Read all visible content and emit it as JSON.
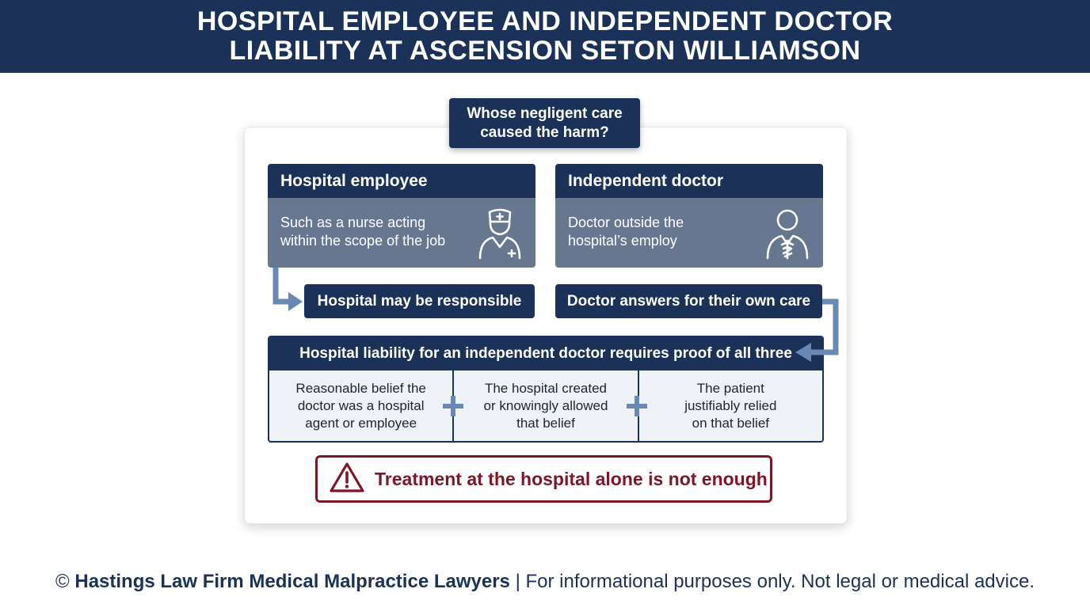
{
  "title": {
    "line1": "HOSPITAL EMPLOYEE AND INDEPENDENT DOCTOR",
    "line2": "LIABILITY AT ASCENSION SETON WILLIAMSON"
  },
  "question": {
    "line1": "Whose negligent care",
    "line2": "caused the harm?"
  },
  "employee": {
    "heading": "Hospital employee",
    "desc_line1": "Such as a nurse acting",
    "desc_line2": "within the scope of the job",
    "icon": "nurse-icon",
    "result": "Hospital may be responsible"
  },
  "independent": {
    "heading": "Independent doctor",
    "desc_line1": "Doctor outside the",
    "desc_line2": "hospital’s employ",
    "icon": "doctor-caduceus-icon",
    "result": "Doctor answers for their own care"
  },
  "requirements": {
    "heading": "Hospital liability for an independent doctor requires proof of all three",
    "items": [
      {
        "line1": "Reasonable belief the",
        "line2": "doctor was a hospital",
        "line3": "agent or employee"
      },
      {
        "line1": "The hospital created",
        "line2": "or knowingly allowed",
        "line3": "that belief"
      },
      {
        "line1": "The patient",
        "line2": "justifiably relied",
        "line3": "on that belief"
      }
    ]
  },
  "warning": {
    "text": "Treatment at the hospital alone is not enough",
    "icon": "warning-triangle-icon"
  },
  "footer": {
    "copyright": "©",
    "firm": "Hastings Law Firm Medical Malpractice Lawyers",
    "disclaimer": "| For informational purposes only. Not legal or medical advice."
  },
  "colors": {
    "navy": "#1c3157",
    "slate": "#67778f",
    "arrow": "#6a88b4",
    "warning": "#7d1726"
  }
}
